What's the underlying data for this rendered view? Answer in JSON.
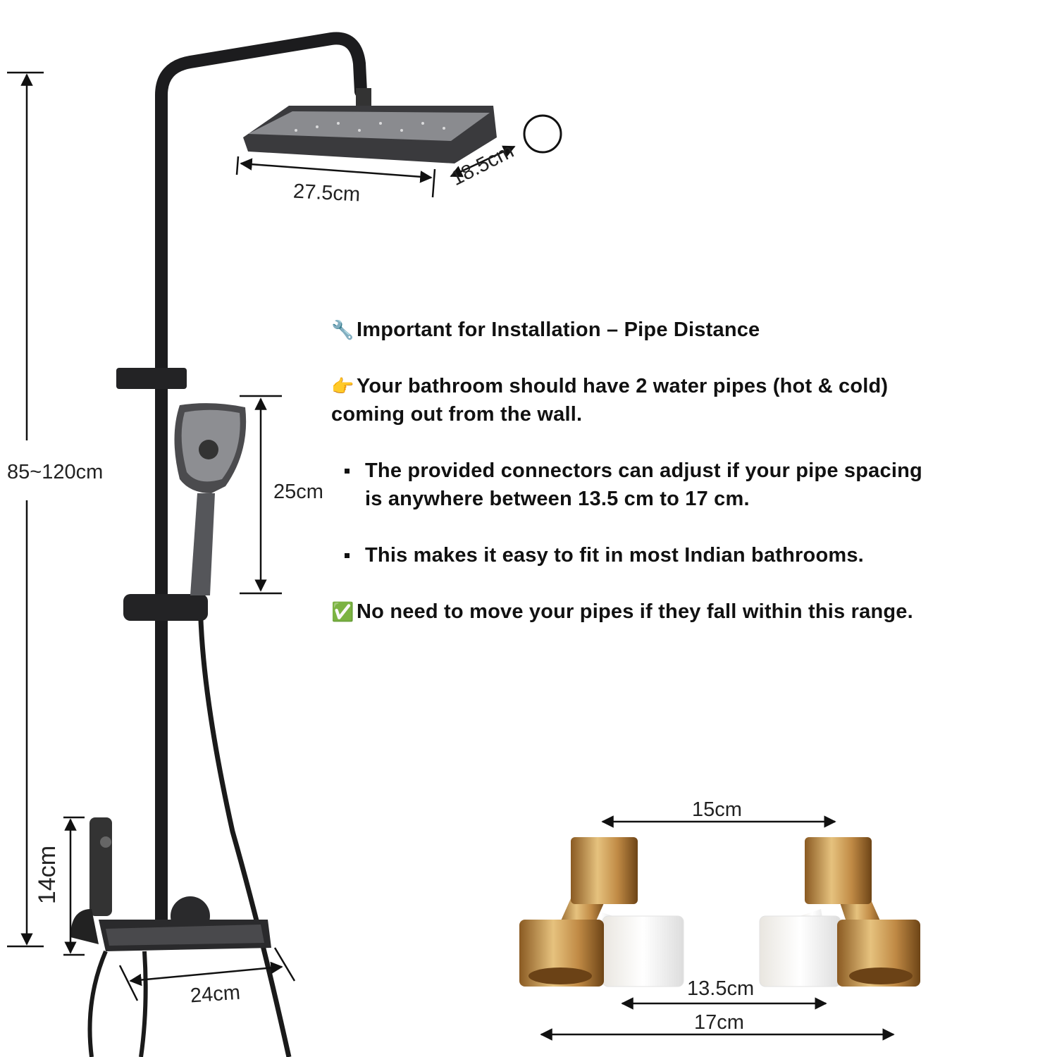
{
  "dimensions": {
    "head_width": "27.5cm",
    "head_depth": "18.5cm",
    "total_height": "85~120cm",
    "handheld_length": "25cm",
    "sprayer_height": "14cm",
    "shelf_width": "24cm",
    "connector_center": "15cm",
    "connector_min": "13.5cm",
    "connector_max": "17cm"
  },
  "info": {
    "heading_icon": "🔧",
    "heading": "Important for Installation – Pipe Distance",
    "intro_icon": "👉",
    "intro_line1": "Your bathroom should have 2 water pipes (hot & cold)",
    "intro_line2": "coming out from the wall.",
    "bullets": [
      {
        "line1": "The provided connectors can adjust if your pipe spacing",
        "line2": "is anywhere between 13.5 cm to 17 cm."
      },
      {
        "line1": "This makes it easy to fit in most Indian bathrooms."
      }
    ],
    "note_icon": "✅",
    "note": "No need to move your pipes if they fall within this range."
  },
  "colors": {
    "metal": "#2b2b2d",
    "brass": "#c89a55",
    "text": "#111111"
  }
}
